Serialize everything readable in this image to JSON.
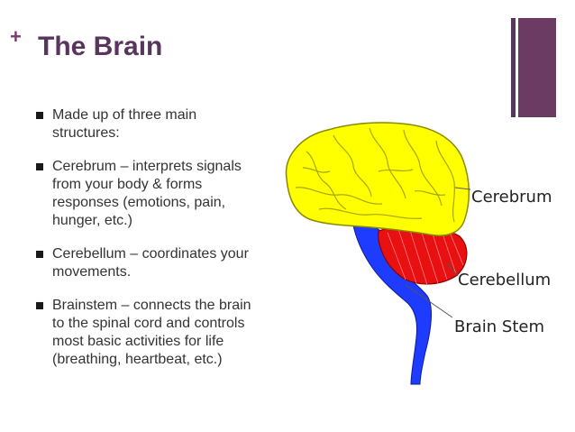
{
  "slide": {
    "plus_sign": "+",
    "title": "The Brain",
    "bullets": [
      "Made up of three main structures:",
      "Cerebrum – interprets signals from your body & forms responses (emotions, pain, hunger, etc.)",
      "Cerebellum – coordinates your movements.",
      "Brainstem – connects the brain to the spinal cord and controls most basic activities for life (breathing, heartbeat, etc.)"
    ]
  },
  "diagram": {
    "labels": {
      "cerebrum": "Cerebrum",
      "cerebellum": "Cerebellum",
      "brain_stem": "Brain Stem"
    },
    "colors": {
      "cerebrum": "#ffff00",
      "cerebellum": "#e81010",
      "brain_stem": "#1e3cff"
    }
  },
  "theme": {
    "accent": "#59345f",
    "decoration": "#6b3b64"
  }
}
